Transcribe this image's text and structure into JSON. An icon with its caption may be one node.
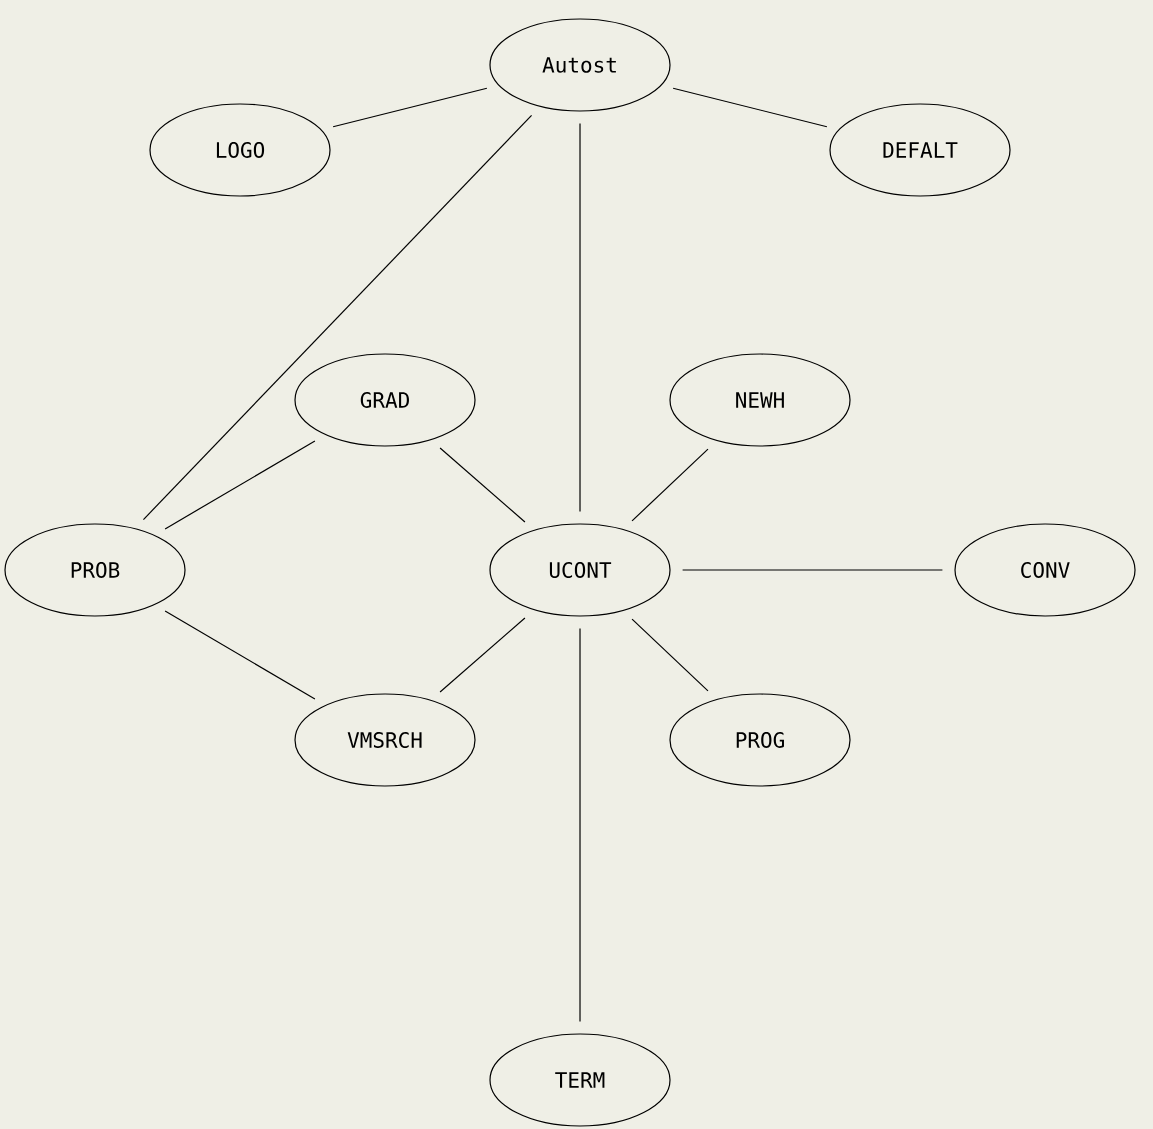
{
  "diagram": {
    "nodes": [
      {
        "text": [
          "Autost"
        ]
      },
      {
        "text": [
          "LOGO"
        ]
      },
      {
        "text": [
          "DEFALT"
        ]
      },
      {
        "text": [
          "GRAD"
        ]
      },
      {
        "text": [
          "NEWH"
        ]
      },
      {
        "text": [
          "PROB"
        ]
      },
      {
        "text": [
          "UCONT"
        ]
      },
      {
        "text": [
          "CONV"
        ]
      },
      {
        "text": [
          "VMSRCH"
        ]
      },
      {
        "text": [
          "PROG"
        ]
      },
      {
        "text": [
          "TERM"
        ]
      }
    ],
    "edges": [
      {
        "from": 0,
        "to": 1,
        "arrow": "none"
      },
      {
        "from": 0,
        "to": 2,
        "arrow": "none"
      },
      {
        "from": 0,
        "to": 5,
        "arrow": "none"
      },
      {
        "from": 0,
        "to": 6,
        "arrow": "none"
      },
      {
        "from": 3,
        "to": 5,
        "arrow": "none"
      },
      {
        "from": 3,
        "to": 6,
        "arrow": "none"
      },
      {
        "from": 4,
        "to": 6,
        "arrow": "none"
      },
      {
        "from": 6,
        "to": 7,
        "arrow": "none"
      },
      {
        "from": 5,
        "to": 8,
        "arrow": "none"
      },
      {
        "from": 6,
        "to": 8,
        "arrow": "none"
      },
      {
        "from": 6,
        "to": 9,
        "arrow": "none"
      },
      {
        "from": 6,
        "to": 10,
        "arrow": "none"
      }
    ]
  }
}
